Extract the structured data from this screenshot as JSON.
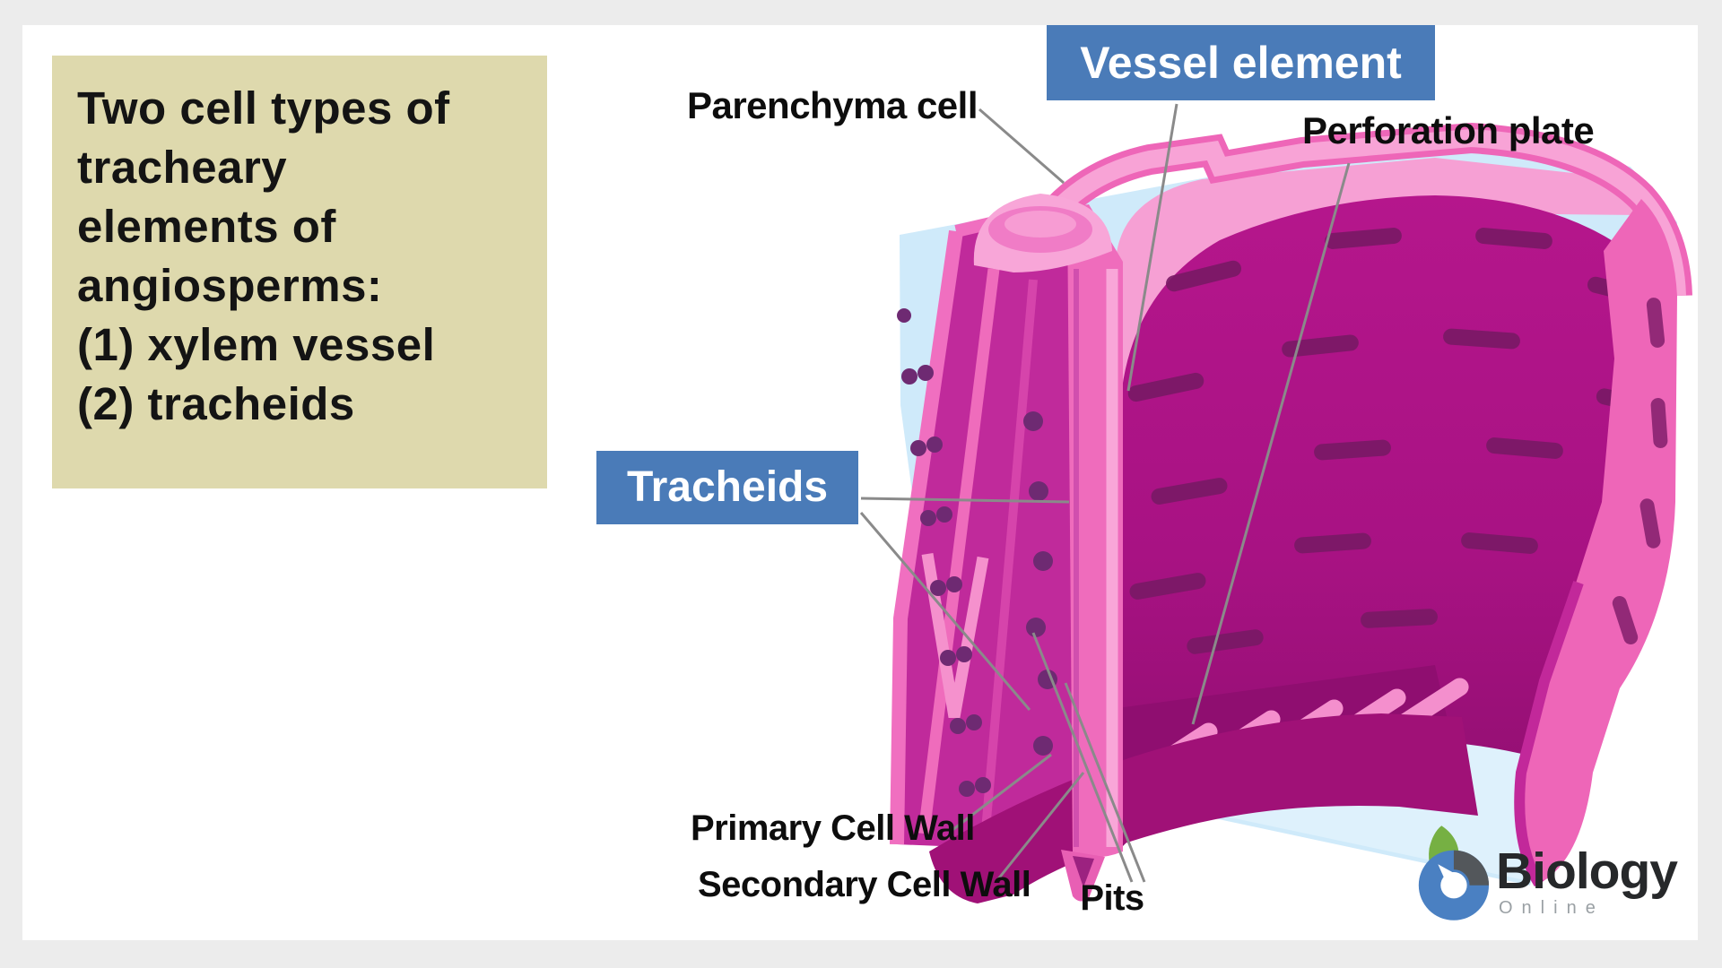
{
  "note_box": {
    "lines": [
      "Two cell types of",
      "tracheary",
      "elements of",
      "angiosperms:",
      "(1) xylem vessel",
      "(2) tracheids"
    ]
  },
  "labels": {
    "parenchyma": "Parenchyma cell",
    "vessel": "Vessel element",
    "perforation": "Perforation plate",
    "tracheids": "Tracheids",
    "primary": "Primary Cell Wall",
    "secondary": "Secondary Cell Wall",
    "pits": "Pits"
  },
  "logo": {
    "name": "Biology",
    "subtitle": "Online"
  },
  "colors": {
    "frame": "#ececec",
    "note_bg": "#ded9ad",
    "label_box_bg": "#4a7bb8",
    "pink_bright": "#ef6cbc",
    "pink_light": "#f8a3d6",
    "magenta_front": "#c02a9b",
    "magenta_dark": "#ac1184",
    "sheet_blue": "#cfeafa",
    "logo_green": "#76b043",
    "logo_blue": "#4a80c2",
    "logo_gray": "#53575b"
  }
}
